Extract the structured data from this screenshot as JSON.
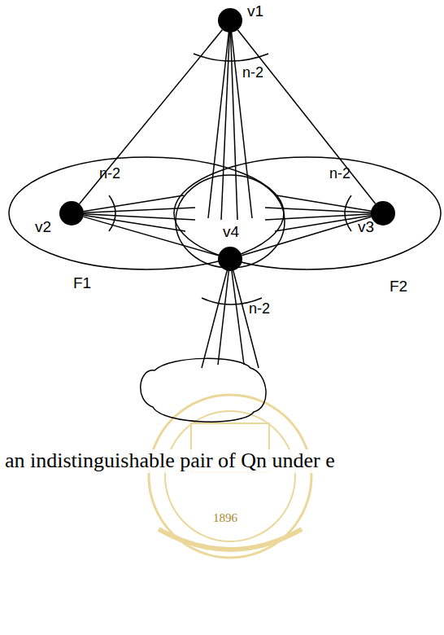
{
  "diagram": {
    "nodes": [
      {
        "text": [
          "v1"
        ]
      },
      {
        "text": [
          "F1"
        ]
      },
      {
        "text": [
          "v2"
        ],
        "in": 1
      },
      {
        "text": [
          "F2"
        ]
      },
      {
        "text": [
          "v3"
        ],
        "in": 3
      },
      {
        "text": [
          "v4"
        ]
      }
    ],
    "edges": [
      {
        "from": 0,
        "to": 2,
        "arrow": "none"
      },
      {
        "from": 0,
        "to": 4,
        "arrow": "none"
      },
      {
        "from": 2,
        "to": 5,
        "arrow": "none"
      },
      {
        "from": 4,
        "to": 5,
        "arrow": "none"
      }
    ],
    "labels": [
      "n-2",
      "n-2",
      "n-2",
      "n-2",
      "an indistinguishable pair of Qn under e",
      "1896"
    ]
  }
}
